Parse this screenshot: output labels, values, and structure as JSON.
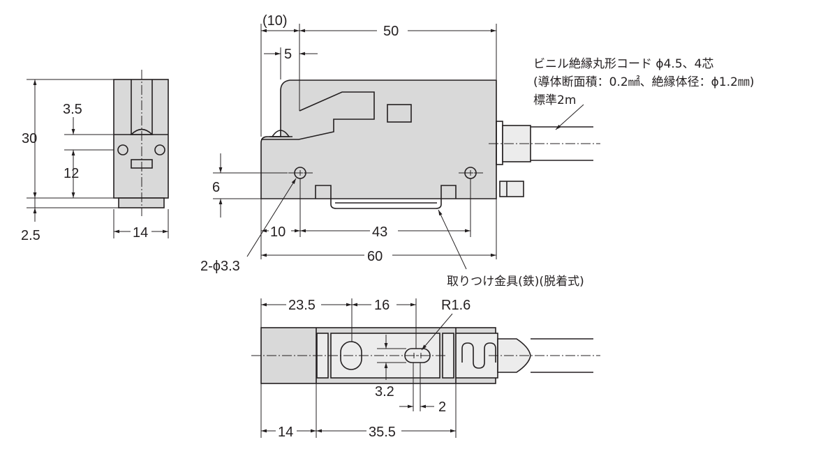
{
  "labels": {
    "d_10_paren": "(10)",
    "d_50": "50",
    "d_5": "5",
    "d_30": "30",
    "d_3_5": "3.5",
    "d_12": "12",
    "d_2_5": "2.5",
    "d_14_side": "14",
    "d_6": "6",
    "d_10": "10",
    "d_43": "43",
    "d_60": "60",
    "d_holes": "2-ϕ3.3",
    "d_23_5": "23.5",
    "d_16": "16",
    "d_r1_6": "R1.6",
    "d_3_2": "3.2",
    "d_2": "2",
    "d_14_bottom": "14",
    "d_35_5": "35.5"
  },
  "notes": {
    "cable_line1": "ビニル絶縁丸形コード ϕ4.5、4芯",
    "cable_line2": "(導体断面積：0.2㎟、絶縁体径：ϕ1.2㎜)",
    "cable_line3": "標準2m",
    "bracket": "取りつけ金具(鉄)(脱着式)"
  },
  "colors": {
    "line": "#231f20",
    "body_fill": "#d9d9d9",
    "light_fill": "#ececec"
  }
}
